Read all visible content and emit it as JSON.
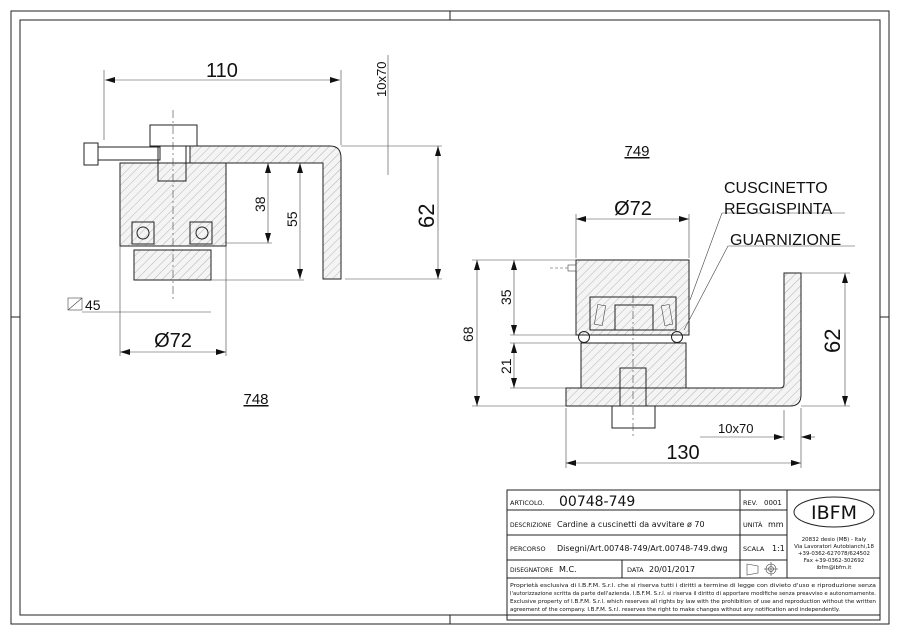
{
  "views": {
    "left": {
      "label": "748",
      "dim_width": "110",
      "dim_profile": "10x70",
      "dim_38": "38",
      "dim_55": "55",
      "dim_height": "62",
      "dim_square": "45",
      "dim_diameter": "Ø72"
    },
    "right": {
      "label": "749",
      "dim_diameter": "Ø72",
      "callout_bearing_1": "CUSCINETTO",
      "callout_bearing_2": "REGGISPINTA",
      "callout_seal": "GUARNIZIONE",
      "dim_68": "68",
      "dim_35": "35",
      "dim_21": "21",
      "dim_height": "62",
      "dim_profile": "10x70",
      "dim_width": "130"
    }
  },
  "title_block": {
    "articolo_label": "ARTICOLO.",
    "articolo": "00748-749",
    "rev_label": "REV.",
    "rev": "0001",
    "descrizione_label": "DESCRIZIONE",
    "descrizione": "Cardine a cuscinetti da avvitare ø 70",
    "unita_label": "UNITÀ",
    "unita": "mm",
    "percorso_label": "PERCORSO",
    "percorso": "Disegni/Art.00748-749/Art.00748-749.dwg",
    "scala_label": "SCALA",
    "scala": "1:1",
    "disegnatore_label": "DISEGNATORE",
    "disegnatore": "M.C.",
    "data_label": "DATA",
    "data": "20/01/2017",
    "logo": "IBFM",
    "address": [
      "20832 desio (MB) - Italy",
      "Via Lavoratori Autobianchi,18",
      "+39-0362-627078/624502",
      "Fax +39-0362-302692",
      "ibfm@ibfm.it"
    ],
    "disclaimer": [
      "Proprietà esclusiva di I.B.F.M. S.r.l. che si riserva tutti i diritti a termine di legge con divieto d'uso e riproduzione senza",
      "l'autorizzazione scritta da parte dell'azienda. I.B.F.M. S.r.l. si riserva il diritto di apportare modifiche senza preavviso e autonomamente.",
      "Exclusive property of I.B.F.M. S.r.l. which reserves all rights by law with the prohibition of use and reproduction without the written",
      "agreement of the company. I.B.F.M. S.r.l. reserves the right to make changes without any notification and independently."
    ]
  }
}
